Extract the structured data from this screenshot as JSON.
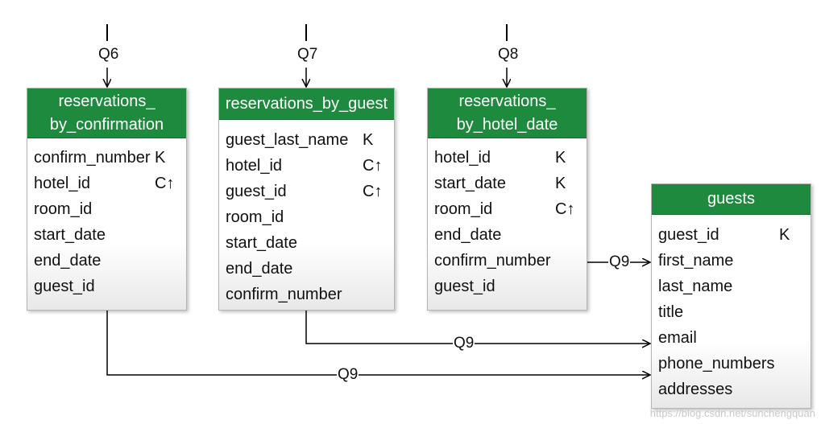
{
  "tables": [
    {
      "name_lines": [
        "reservations_",
        "by_confirmation"
      ],
      "columns": [
        {
          "name": "confirm_number",
          "key": "K"
        },
        {
          "name": "hotel_id",
          "key": "C↑"
        },
        {
          "name": "room_id",
          "key": ""
        },
        {
          "name": "start_date",
          "key": ""
        },
        {
          "name": "end_date",
          "key": ""
        },
        {
          "name": "guest_id",
          "key": ""
        }
      ]
    },
    {
      "name_lines": [
        "reservations_by_guest"
      ],
      "columns": [
        {
          "name": "guest_last_name",
          "key": "K"
        },
        {
          "name": "hotel_id",
          "key": "C↑"
        },
        {
          "name": "guest_id",
          "key": "C↑"
        },
        {
          "name": "room_id",
          "key": ""
        },
        {
          "name": "start_date",
          "key": ""
        },
        {
          "name": "end_date",
          "key": ""
        },
        {
          "name": "confirm_number",
          "key": ""
        }
      ]
    },
    {
      "name_lines": [
        "reservations_",
        "by_hotel_date"
      ],
      "columns": [
        {
          "name": "hotel_id",
          "key": "K"
        },
        {
          "name": "start_date",
          "key": "K"
        },
        {
          "name": "room_id",
          "key": "C↑"
        },
        {
          "name": "end_date",
          "key": ""
        },
        {
          "name": "confirm_number",
          "key": ""
        },
        {
          "name": "guest_id",
          "key": ""
        }
      ]
    },
    {
      "name_lines": [
        "guests"
      ],
      "columns": [
        {
          "name": "guest_id",
          "key": "K"
        },
        {
          "name": "first_name",
          "key": ""
        },
        {
          "name": "last_name",
          "key": ""
        },
        {
          "name": "title",
          "key": ""
        },
        {
          "name": "email",
          "key": ""
        },
        {
          "name": "phone_numbers",
          "key": ""
        },
        {
          "name": "addresses",
          "key": ""
        }
      ]
    }
  ],
  "queries": {
    "q6": "Q6",
    "q7": "Q7",
    "q8": "Q8",
    "q9_hotel_date": "Q9",
    "q9_by_guest": "Q9",
    "q9_by_confirmation": "Q9"
  },
  "watermark": "https://blog.csdn.net/sunchengquan",
  "colors": {
    "header": "#1e8a3e",
    "line": "#000000"
  }
}
